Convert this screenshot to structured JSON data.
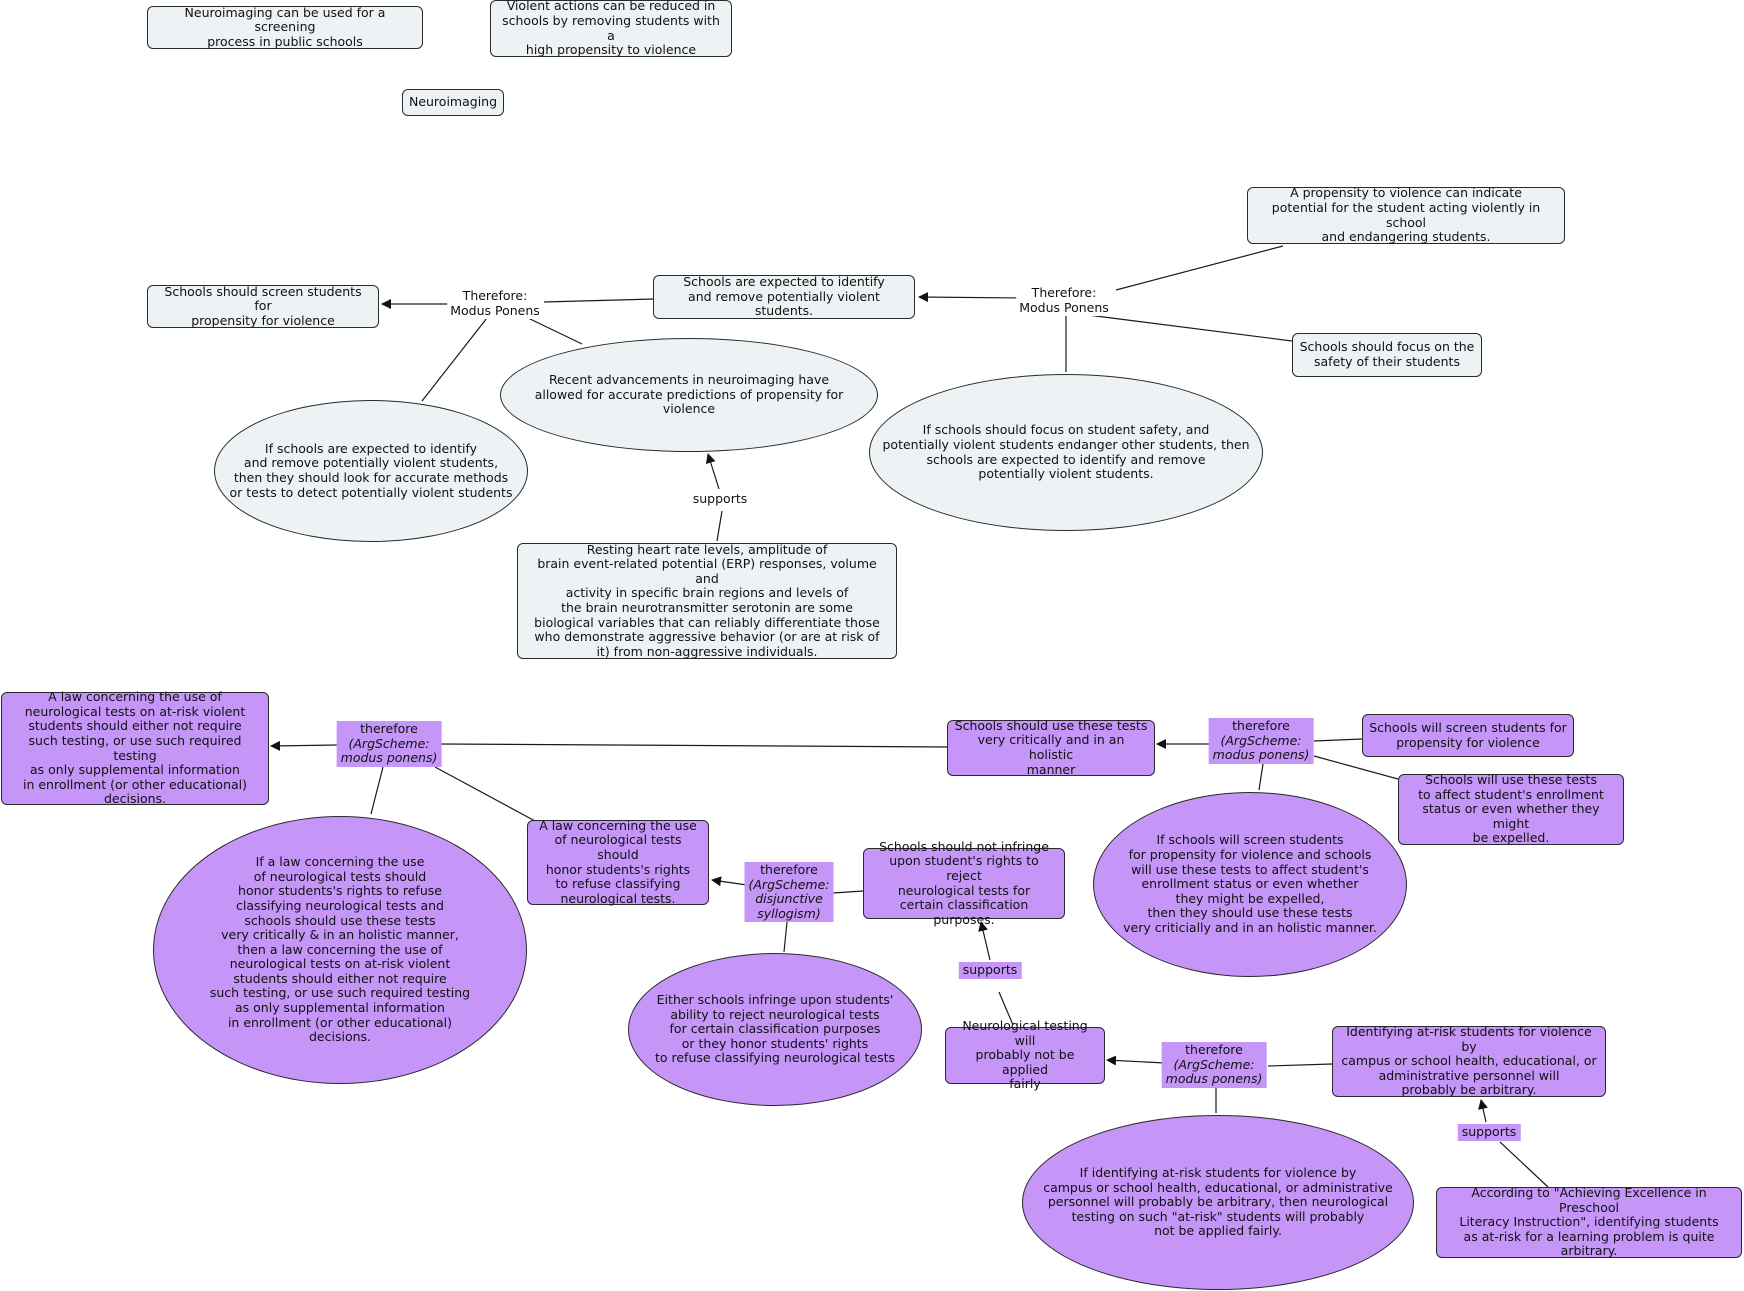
{
  "colors": {
    "gray_fill": "#edf3f5",
    "purple_fill": "#c595f8",
    "line": "#1a1a1a"
  },
  "nodes": {
    "n_screening": "Neuroimaging can be used for a screening\nprocess in public schools",
    "n_violent_reduce": "Violent actions can be reduced in\nschools by removing students with a\nhigh propensity to violence",
    "n_neuro": "Neuroimaging",
    "n_propensity": "A propensity to violence can indicate\npotential for the student acting violently in school\nand endangering students.",
    "n_screen_prop": "Schools should screen students for\npropensity for violence",
    "n_expected": "Schools are expected to identify\nand remove potentially violent students.",
    "n_focus": "Schools should focus on the\nsafety of their students",
    "n_recent": "Recent advancements in neuroimaging have\nallowed for accurate predictions of propensity for violence",
    "n_if_expected": "If schools are expected to identify\nand remove potentially violent students,\nthen they should look for accurate methods\nor tests to detect potentially violent students",
    "n_if_focus": "If schools should focus on student safety, and\npotentially violent students endanger other students, then\nschools are expected to identify and remove\npotentially violent students.",
    "n_resting": "Resting heart rate levels, amplitude of\nbrain event-related potential (ERP) responses, volume and\nactivity in specific brain regions and levels of\nthe brain neurotransmitter serotonin are some\nbiological variables that can reliably differentiate those\nwho demonstrate aggressive behavior (or are at risk of\nit) from non-aggressive individuals.",
    "n_law": "A law concerning the use of\nneurological tests on at-risk violent\nstudents should either not require\nsuch testing, or use such required testing\nas only supplemental information\nin enrollment (or other educational)\ndecisions.",
    "n_use_tests": "Schools should use these tests\nvery critically and in an holistic\nmanner",
    "n_will_screen": "Schools will screen students for\npropensity for violence",
    "n_will_use": "Schools will use these tests\nto affect student's enrollment\nstatus or even whether they might\nbe expelled.",
    "n_if_law": "If a law concerning the use\nof neurological tests should\nhonor students's rights to refuse\nclassifying neurological tests and\nschools should use these tests\nvery critically & in an holistic manner,\nthen a law concerning the use of\nneurological tests on at-risk violent\nstudents should either not require\nsuch testing, or use such required testing\nas only supplemental information\nin enrollment (or other educational)\ndecisions.",
    "n_law_honor": "A law concerning the use\nof neurological tests should\nhonor students's rights\nto refuse classifying\nneurological tests.",
    "n_not_infringe": "Schools should not infringe\nupon student's rights to reject\nneurological tests for\ncertain classification purposes.",
    "n_if_will_screen": "If schools will screen students\nfor propensity for violence and schools\nwill use these tests to affect student's\nenrollment status or even whether\nthey might be expelled,\nthen they should use these tests\nvery criticially and in an holistic manner.",
    "n_either": "Either schools infringe upon students'\nability to reject neurological tests\nfor certain classification purposes\nor they honor students' rights\nto refuse classifying neurological tests",
    "n_not_fair": "Neurological testing will\nprobably not be applied\nfairly",
    "n_arbitrary": "Identifying at-risk students for violence by\ncampus or school health, educational, or\nadministrative personnel will\nprobably be arbitrary.",
    "n_if_arbitrary": "If identifying at-risk students for violence by\ncampus or school health, educational, or administrative\npersonnel will probably be arbitrary, then neurological\ntesting on such \"at-risk\" students will probably\nnot be applied fairly.",
    "n_achieving": "According to \"Achieving Excellence in Preschool\nLiteracy Instruction\", identifying students\nas at-risk for a learning problem is quite\narbitrary."
  },
  "labels": {
    "l_therefore1": {
      "line1": "Therefore:",
      "line2": "Modus Ponens"
    },
    "l_therefore2": {
      "line1": "Therefore:",
      "line2": "Modus Ponens"
    },
    "l_supports1": "supports",
    "l_therefore3": {
      "line1": "therefore",
      "scheme": "(ArgScheme:\nmodus ponens)"
    },
    "l_therefore4": {
      "line1": "therefore",
      "scheme": "(ArgScheme:\nmodus ponens)"
    },
    "l_therefore5": {
      "line1": "therefore",
      "scheme": "(ArgScheme:\ndisjunctive\nsyllogism)"
    },
    "l_supports2": "supports",
    "l_therefore6": {
      "line1": "therefore",
      "scheme": "(ArgScheme:\nmodus ponens)"
    },
    "l_supports3": "supports"
  }
}
